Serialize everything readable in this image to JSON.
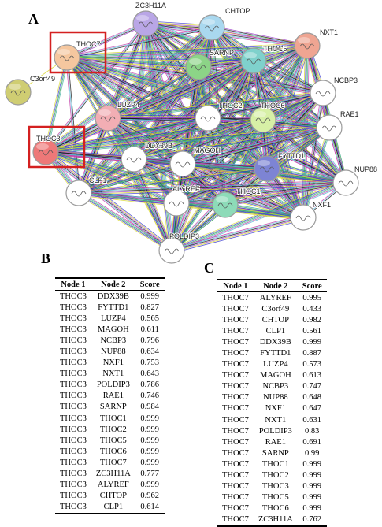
{
  "panel_labels": {
    "a": "A",
    "b": "B",
    "c": "C"
  },
  "network": {
    "nodes": [
      {
        "id": "ZC3H11A",
        "label": "ZC3H11A",
        "color": "#b9a6e6"
      },
      {
        "id": "CHTOP",
        "label": "CHTOP",
        "color": "#a9d8ef"
      },
      {
        "id": "NXT1",
        "label": "NXT1",
        "color": "#efa592"
      },
      {
        "id": "THOC7",
        "label": "THOC7",
        "color": "#f5c79f",
        "highlighted": true
      },
      {
        "id": "SARNP",
        "label": "SARNP",
        "color": "#8cd487"
      },
      {
        "id": "THOC5",
        "label": "THOC5",
        "color": "#7fd1cc"
      },
      {
        "id": "C3orf49",
        "label": "C3orf49",
        "color": "#cfcd72"
      },
      {
        "id": "NCBP3",
        "label": "NCBP3",
        "color": "#ffffff"
      },
      {
        "id": "LUZP4",
        "label": "LUZP4",
        "color": "#f2aeb4"
      },
      {
        "id": "THOC2",
        "label": "THOC2",
        "color": "#ffffff"
      },
      {
        "id": "THOC6",
        "label": "THOC6",
        "color": "#d7f0a6"
      },
      {
        "id": "RAE1",
        "label": "RAE1",
        "color": "#ffffff"
      },
      {
        "id": "THOC3",
        "label": "THOC3",
        "color": "#ee7878",
        "highlighted": true
      },
      {
        "id": "DDX39B",
        "label": "DDX39B",
        "color": "#ffffff"
      },
      {
        "id": "MAGOH",
        "label": "MAGOH",
        "color": "#ffffff"
      },
      {
        "id": "FYTTD1",
        "label": "FYTTD1",
        "color": "#7d84d4"
      },
      {
        "id": "NUP88",
        "label": "NUP88",
        "color": "#ffffff"
      },
      {
        "id": "CLP1",
        "label": "CLP1",
        "color": "#ffffff"
      },
      {
        "id": "ALYREF",
        "label": "ALYREF",
        "color": "#ffffff"
      },
      {
        "id": "THOC1",
        "label": "THOC1",
        "color": "#8ddbb8"
      },
      {
        "id": "NXF1",
        "label": "NXF1",
        "color": "#ffffff"
      },
      {
        "id": "POLDIP3",
        "label": "POLDIP3",
        "color": "#ffffff"
      }
    ],
    "edge_colors": [
      "#2e9c54",
      "#3b3bd1",
      "#d9d830",
      "#9b3fc8",
      "#1a1a1a",
      "#58b7d8",
      "#c23ea8",
      "#3fae9f"
    ],
    "highlight_box_color": "#d42020"
  },
  "table_b": {
    "headers": [
      "Node 1",
      "Node 2",
      "Score"
    ],
    "rows": [
      [
        "THOC3",
        "DDX39B",
        "0.999"
      ],
      [
        "THOC3",
        "FYTTD1",
        "0.827"
      ],
      [
        "THOC3",
        "LUZP4",
        "0.565"
      ],
      [
        "THOC3",
        "MAGOH",
        "0.611"
      ],
      [
        "THOC3",
        "NCBP3",
        "0.796"
      ],
      [
        "THOC3",
        "NUP88",
        "0.634"
      ],
      [
        "THOC3",
        "NXF1",
        "0.753"
      ],
      [
        "THOC3",
        "NXT1",
        "0.643"
      ],
      [
        "THOC3",
        "POLDIP3",
        "0.786"
      ],
      [
        "THOC3",
        "RAE1",
        "0.746"
      ],
      [
        "THOC3",
        "SARNP",
        "0.984"
      ],
      [
        "THOC3",
        "THOC1",
        "0.999"
      ],
      [
        "THOC3",
        "THOC2",
        "0.999"
      ],
      [
        "THOC3",
        "THOC5",
        "0.999"
      ],
      [
        "THOC3",
        "THOC6",
        "0.999"
      ],
      [
        "THOC3",
        "THOC7",
        "0.999"
      ],
      [
        "THOC3",
        "ZC3H11A",
        "0.777"
      ],
      [
        "THOC3",
        "ALYREF",
        "0.999"
      ],
      [
        "THOC3",
        "CHTOP",
        "0.962"
      ],
      [
        "THOC3",
        "CLP1",
        "0.614"
      ]
    ]
  },
  "table_c": {
    "headers": [
      "Node 1",
      "Node 2",
      "Score"
    ],
    "rows": [
      [
        "THOC7",
        "ALYREF",
        "0.995"
      ],
      [
        "THOC7",
        "C3orf49",
        "0.433"
      ],
      [
        "THOC7",
        "CHTOP",
        "0.982"
      ],
      [
        "THOC7",
        "CLP1",
        "0.561"
      ],
      [
        "THOC7",
        "DDX39B",
        "0.999"
      ],
      [
        "THOC7",
        "FYTTD1",
        "0.887"
      ],
      [
        "THOC7",
        "LUZP4",
        "0.573"
      ],
      [
        "THOC7",
        "MAGOH",
        "0.613"
      ],
      [
        "THOC7",
        "NCBP3",
        "0.747"
      ],
      [
        "THOC7",
        "NUP88",
        "0.648"
      ],
      [
        "THOC7",
        "NXF1",
        "0.647"
      ],
      [
        "THOC7",
        "NXT1",
        "0.631"
      ],
      [
        "THOC7",
        "POLDIP3",
        "0.83"
      ],
      [
        "THOC7",
        "RAE1",
        "0.691"
      ],
      [
        "THOC7",
        "SARNP",
        "0.99"
      ],
      [
        "THOC7",
        "THOC1",
        "0.999"
      ],
      [
        "THOC7",
        "THOC2",
        "0.999"
      ],
      [
        "THOC7",
        "THOC3",
        "0.999"
      ],
      [
        "THOC7",
        "THOC5",
        "0.999"
      ],
      [
        "THOC7",
        "THOC6",
        "0.999"
      ],
      [
        "THOC7",
        "ZC3H11A",
        "0.762"
      ]
    ]
  }
}
